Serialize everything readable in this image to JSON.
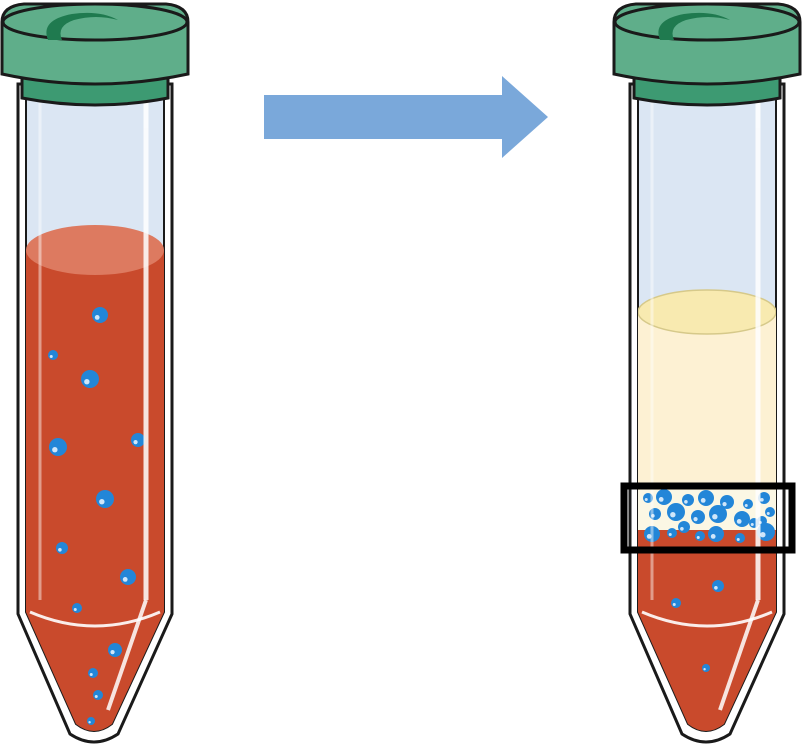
{
  "colors": {
    "background": "#ffffff",
    "outline": "#1a1a1a",
    "tube_glass": "#dbe6f3",
    "tube_glass_edge": "#ffffff",
    "cap": "#5fae8a",
    "cap_dark": "#2f8a62",
    "cap_shadow": "#3d9a72",
    "blood": "#c94a2c",
    "blood_top": "#dd7a60",
    "plasma": "#fdf1d3",
    "plasma_top": "#f8eab0",
    "buffy_coat": "#fbf7e4",
    "cell_blue": "#2386d8",
    "cell_highlight": "#cfe6fa",
    "arrow": "#7aa8da",
    "highlight_box": "#000000"
  },
  "tubes": [
    {
      "id": "before",
      "contents": "whole-blood"
    },
    {
      "id": "after",
      "contents": "separated-layers"
    }
  ],
  "arrow": {
    "direction": "right"
  },
  "highlight": {
    "target": "after-tube-interface"
  }
}
